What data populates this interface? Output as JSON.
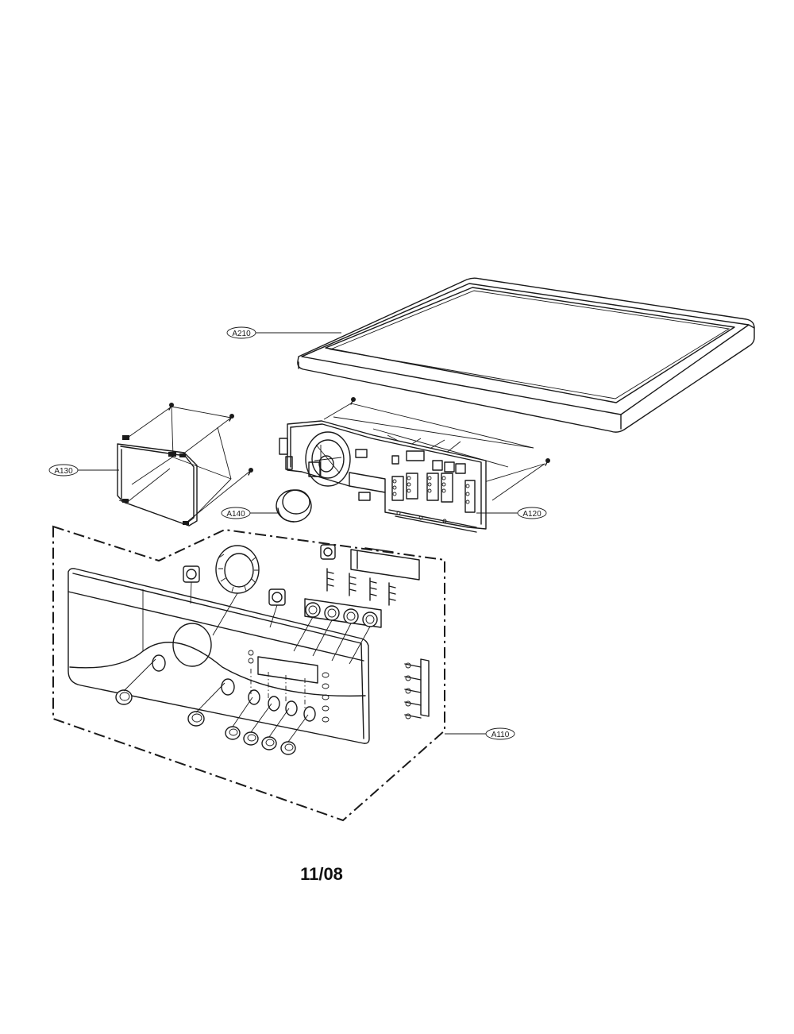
{
  "callouts": {
    "a210": "A210",
    "a130": "A130",
    "a140": "A140",
    "a120": "A120",
    "a110": "A110"
  },
  "footer": {
    "date_code": "11/08"
  }
}
